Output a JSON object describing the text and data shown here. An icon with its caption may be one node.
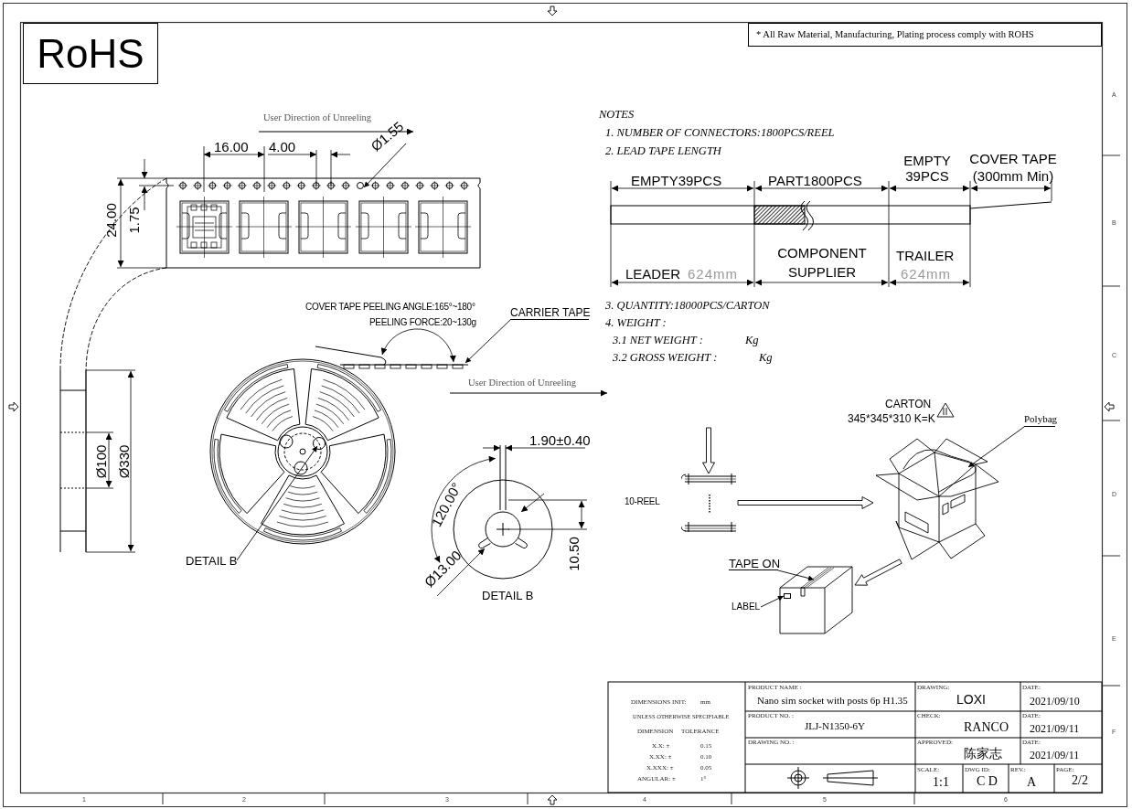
{
  "diagram": {
    "nodes": [
      {
        "text": [
          "DETAIL B"
        ]
      },
      {
        "text": [
          "CARRIER TAPE"
        ]
      },
      {
        "text": [],
        "shape": "picture",
        "beside": [
          "10-REEL"
        ]
      },
      {
        "text": [],
        "shape": "picture",
        "beside": [
          "CARTON",
          "345*345*310 K=K"
        ]
      },
      {
        "text": [
          "Polybag"
        ]
      },
      {
        "text": [],
        "shape": "picture"
      },
      {
        "text": [
          "TAPE ON"
        ]
      },
      {
        "text": [
          "LABEL"
        ]
      },
      {
        "text": [],
        "shape": "circle"
      },
      {
        "text": [],
        "shape": "bar"
      },
      {
        "text": [],
        "shape": "box",
        "in": 5
      },
      {
        "text": [
          "Ø1.55"
        ]
      },
      {
        "text": [],
        "shape": "circle"
      }
    ],
    "edges": [
      {
        "from": 0,
        "to": 8,
        "arrow": "to"
      },
      {
        "from": 1,
        "to": 9,
        "arrow": "to"
      },
      {
        "from": null,
        "to": 2,
        "arrow": "to",
        "style": "thick"
      },
      {
        "from": 2,
        "to": 3,
        "arrow": "to",
        "style": "thick"
      },
      {
        "from": 3,
        "to": 5,
        "arrow": "to",
        "style": "thick"
      },
      {
        "from": 4,
        "to": 3,
        "arrow": "to"
      },
      {
        "from": 6,
        "to": 5,
        "arrow": "to"
      },
      {
        "from": 7,
        "to": 10,
        "arrow": "to"
      },
      {
        "from": 11,
        "to": 12,
        "arrow": "to"
      }
    ],
    "labels": [
      "RoHS",
      "* All Raw Material, Manufacturing, Plating process comply with ROHS",
      "User Direction of Unreeling",
      "16.00",
      "4.00",
      "24.00",
      "1.75",
      "NOTES",
      "1.  NUMBER OF CONNECTORS:1800PCS/REEL",
      "2.  LEAD TAPE LENGTH",
      "EMPTY39PCS",
      "PART1800PCS",
      "EMPTY 39PCS",
      "COVER TAPE (300mm Min)",
      "COMPONENT SUPPLIER",
      "TRAILER",
      "LEADER",
      "624mm",
      "624mm",
      "COVER TAPE PEELING ANGLE:165°~180°",
      "PEELING FORCE:20~130g",
      "3. QUANTITY:18000PCS/CARTON",
      "4.  WEIGHT :",
      "3.1 NET WEIGHT :",
      "Kg",
      "3.2 GROSS WEIGHT :",
      "Kg",
      "User Direction of Unreeling",
      "1.90±0.40",
      "120.00°",
      "Ø100",
      "Ø330",
      "10.50",
      "Ø13.00",
      "DETAIL B",
      "DIMENSIONS INIT:",
      "mm",
      "UNLESS OTHERWISE SPECIFIABLE",
      "DIMENSION",
      "TOLERANCE",
      "X.X: ±",
      "0.15",
      "X.XX: ±",
      "0.10",
      "X.XXX: ±",
      "0.05",
      "ANGULAR: ±",
      "1°",
      "PRODUCT NAME :",
      "Nano sim socket with posts 6p H1.35",
      "DRAWING:",
      "LOXI",
      "DATE:",
      "2021/09/10",
      "PRODUCT NO. :",
      "JLJ-N1350-6Y",
      "CHECK:",
      "RANCO",
      "DATE:",
      "2021/09/11",
      "DRAWING NO. :",
      "APPROVED:",
      "陈家志",
      "DATE:",
      "2021/09/11",
      "SCALE:",
      "1:1",
      "DWG ID:",
      "C D",
      "REV.:",
      "A",
      "PAGE:",
      "2/2",
      "A",
      "B",
      "C",
      "D",
      "E",
      "F",
      "1",
      "2",
      "3",
      "4",
      "5",
      "6"
    ]
  }
}
